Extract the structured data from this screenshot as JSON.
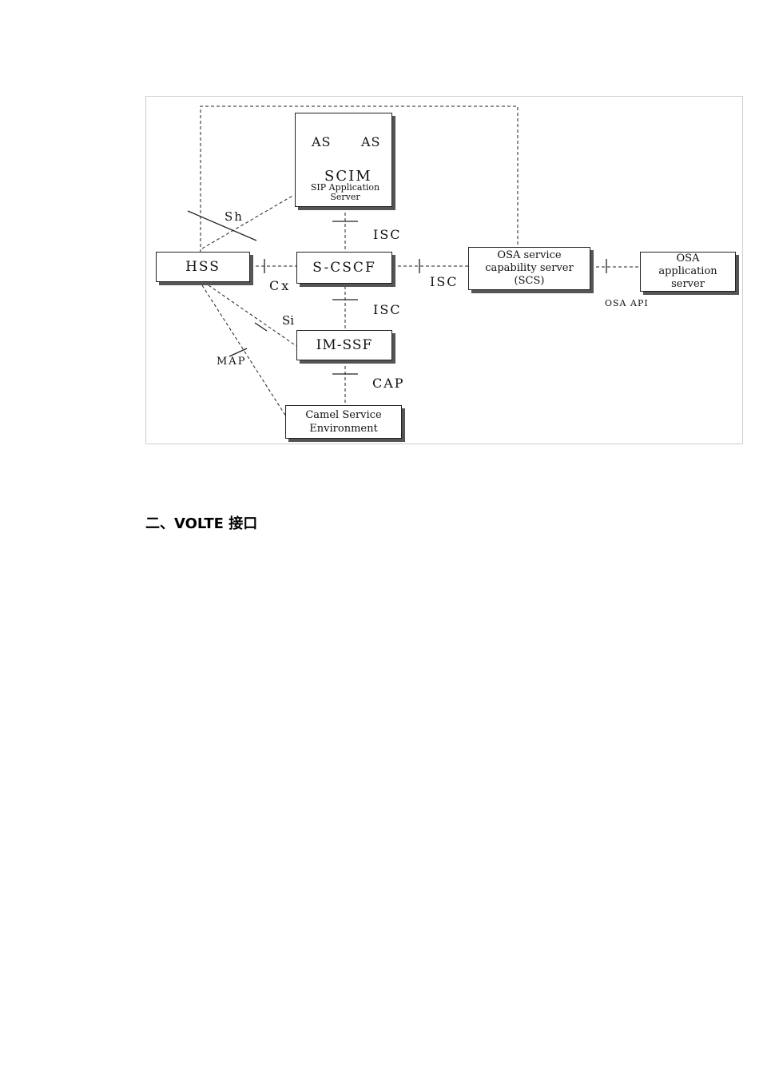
{
  "diagram": {
    "nodes": {
      "as_left": "AS",
      "as_right": "AS",
      "scim": "SCIM",
      "sip_server": "SIP Application Server",
      "hss": "HSS",
      "scscf": "S-CSCF",
      "imssf": "IM-SSF",
      "camel": "Camel Service Environment",
      "osa_scs": "OSA service capability server (SCS)",
      "osa_app": "OSA application server"
    },
    "interfaces": {
      "sh": "Sh",
      "isc_upper": "ISC",
      "cx": "Cx",
      "isc_middle": "ISC",
      "isc_lower": "ISC",
      "si": "Si",
      "map": "MAP",
      "cap": "CAP",
      "osa_api": "OSA API"
    }
  },
  "section_heading": "二、VOLTE 接口"
}
